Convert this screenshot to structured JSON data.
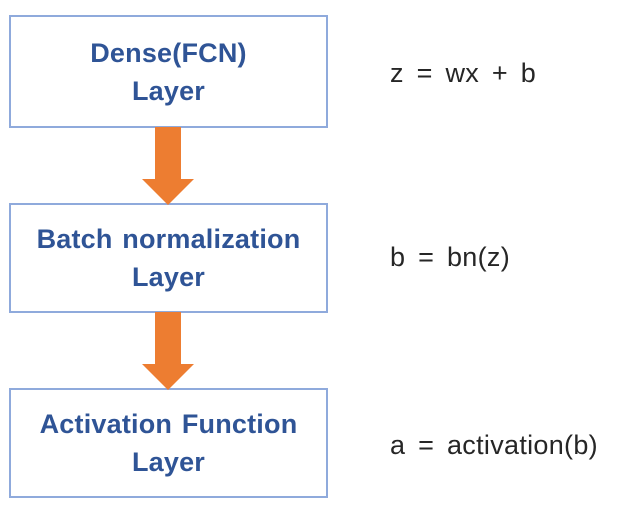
{
  "diagram": {
    "title": "layer-composition-flow",
    "colors": {
      "background": "#ffffff",
      "box_border": "#8FAADC",
      "box_text": "#2F5496",
      "arrow_fill": "#ED7D31",
      "equation_text": "#262626"
    },
    "nodes": [
      {
        "id": "dense",
        "line1": "Dense(FCN)",
        "line2": "Layer",
        "equation": "z = wx + b"
      },
      {
        "id": "batchnorm",
        "line1": "Batch normalization",
        "line2": "Layer",
        "equation": "b = bn(z)"
      },
      {
        "id": "activation",
        "line1": "Activation Function",
        "line2": "Layer",
        "equation": "a = activation(b)"
      }
    ],
    "arrows": [
      {
        "id": "arrow-dense-to-batchnorm",
        "direction": "down"
      },
      {
        "id": "arrow-batchnorm-to-activation",
        "direction": "down"
      }
    ]
  }
}
